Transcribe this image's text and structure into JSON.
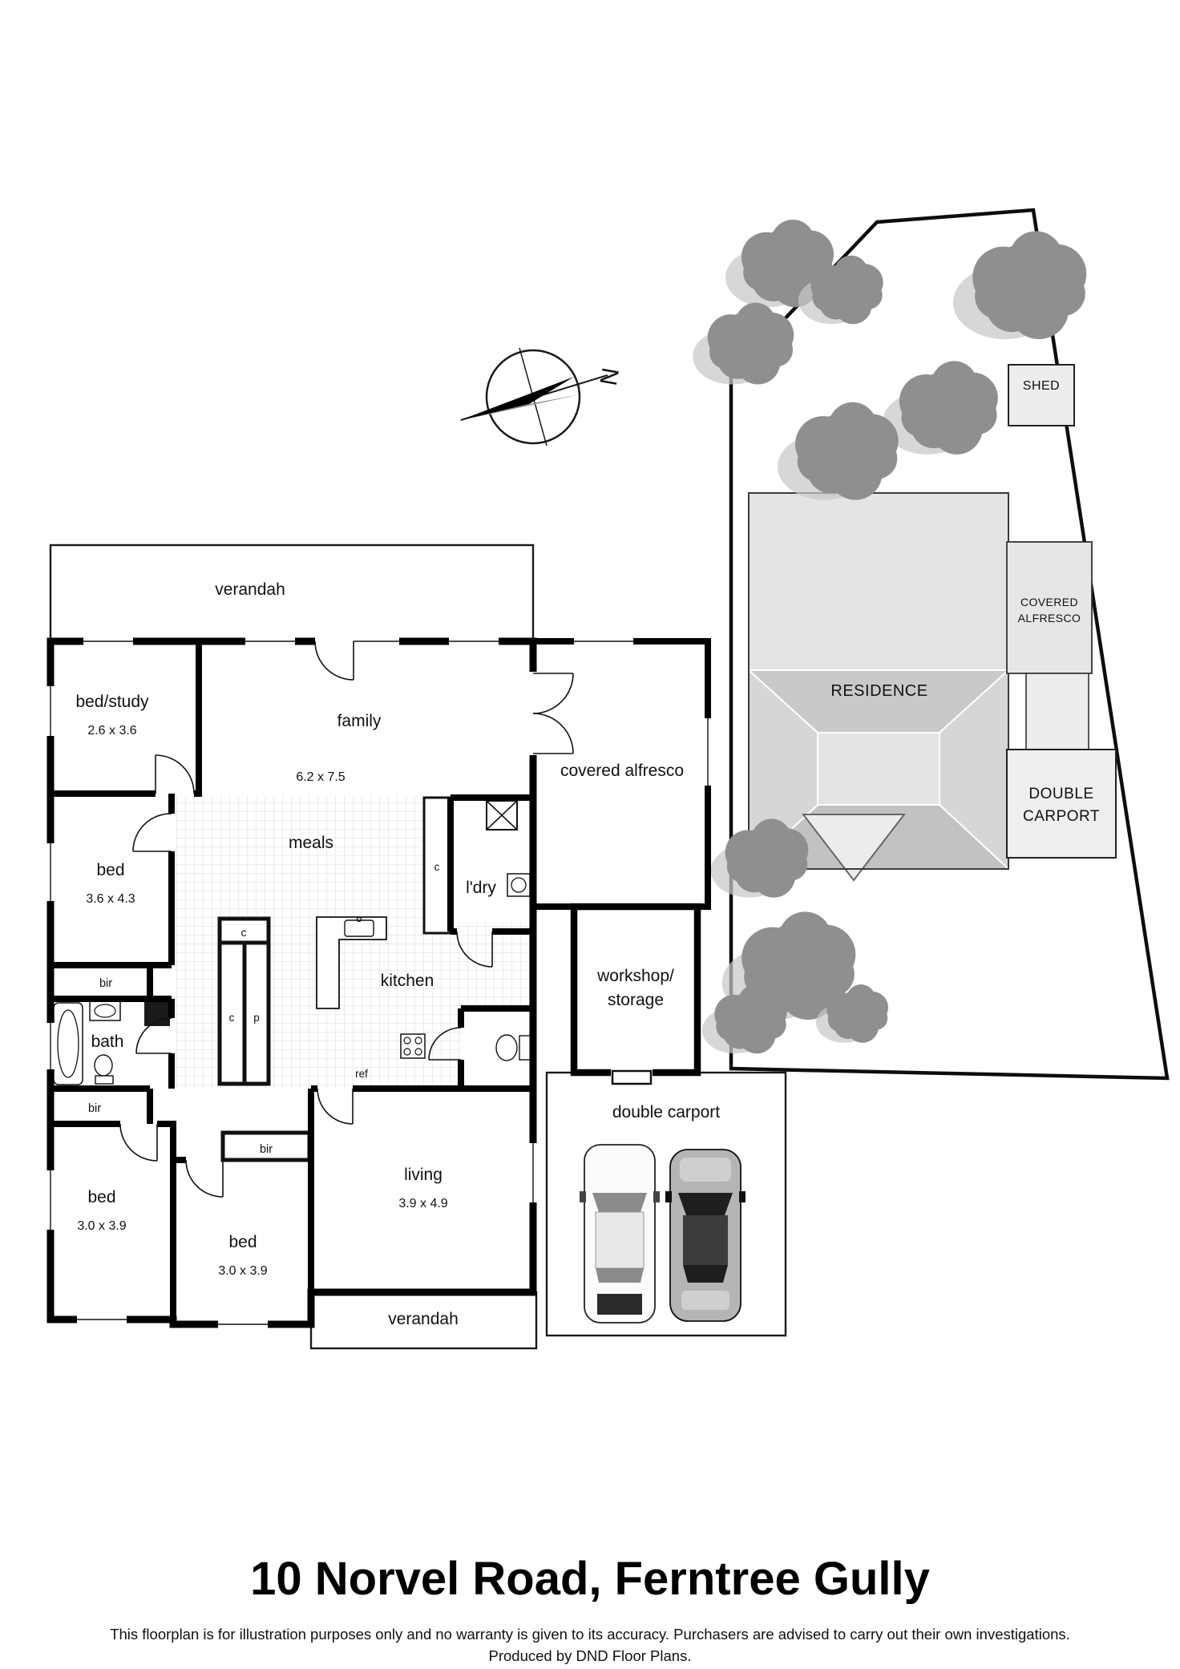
{
  "title": "10 Norvel Road, Ferntree Gully",
  "footer": {
    "disclaimer": "This floorplan is for illustration purposes only and no warranty is given to its accuracy. Purchasers are advised to carry out their own investigations.",
    "credit": "Produced by DND Floor Plans."
  },
  "compass": {
    "north": "N"
  },
  "colors": {
    "walls": "#000000",
    "trees": "#8f8f8f",
    "buildings": "#e4e4e4"
  },
  "floorplan": {
    "verandah_top": "verandah",
    "verandah_bottom": "verandah",
    "bed_study": {
      "name": "bed/study",
      "dims": "2.6 x 3.6"
    },
    "family": {
      "name": "family",
      "dims": "6.2 x 7.5"
    },
    "meals": "meals",
    "covered_alfresco": "covered alfresco",
    "bed1": {
      "name": "bed",
      "dims": "3.6 x 4.3"
    },
    "laundry": "l'dry",
    "bath": "bath",
    "kitchen": "kitchen",
    "ref": "ref",
    "bir1": "bir",
    "bir2": "bir",
    "bir3": "bir",
    "cupboard_c1": "c",
    "cupboard_c2": "c",
    "cupboard_c3": "c",
    "pantry": "p",
    "workshop": {
      "line1": "workshop/",
      "line2": "storage"
    },
    "bed2": {
      "name": "bed",
      "dims": "3.0 x 3.9"
    },
    "bed3": {
      "name": "bed",
      "dims": "3.0 x 3.9"
    },
    "living": {
      "name": "living",
      "dims": "3.9 x 4.9"
    },
    "double_carport": "double carport"
  },
  "siteplan": {
    "shed": "SHED",
    "residence": "RESIDENCE",
    "alfresco": {
      "line1": "COVERED",
      "line2": "ALFRESCO"
    },
    "carport": {
      "line1": "DOUBLE",
      "line2": "CARPORT"
    }
  }
}
